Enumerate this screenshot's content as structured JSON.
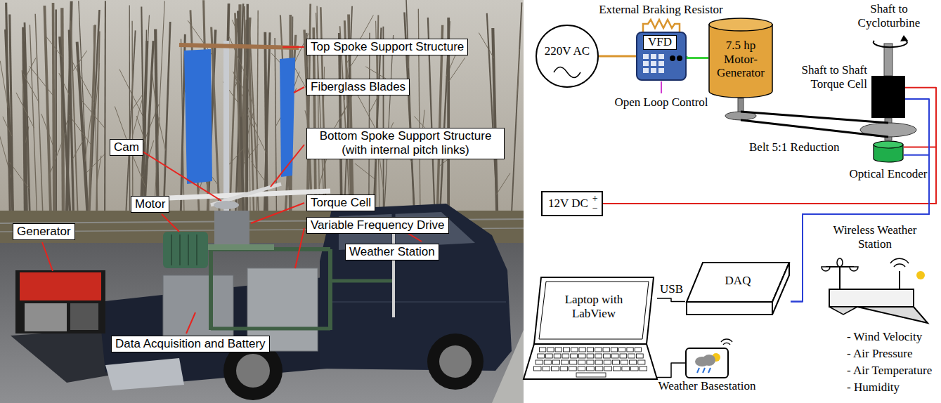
{
  "diagram": {
    "nodes": [
      {
        "text": [
          "Top Spoke Support Structure"
        ]
      },
      {
        "text": [
          "Fiberglass Blades"
        ]
      },
      {
        "text": [
          "Bottom Spoke Support Structure (with internal pitch links)"
        ]
      },
      {
        "text": [
          "Cam"
        ]
      },
      {
        "text": [
          "Torque Cell"
        ]
      },
      {
        "text": [
          "Motor"
        ]
      },
      {
        "text": [
          "Variable Frequency Drive"
        ]
      },
      {
        "text": [
          "Generator"
        ]
      },
      {
        "text": [
          "Weather Station"
        ]
      },
      {
        "text": [
          "Data Acquisition and Battery"
        ]
      },
      {
        "text": [
          "220V AC"
        ]
      },
      {
        "text": [
          "VFD"
        ]
      },
      {
        "text": [
          "7.5 hp Motor-Generator"
        ]
      },
      {
        "text": [
          "Shaft to Shaft Torque Cell"
        ]
      },
      {
        "text": [
          "Optical Encoder"
        ]
      },
      {
        "text": [
          "12V DC",
          "+",
          "−"
        ]
      },
      {
        "text": [
          "Laptop with LabView"
        ]
      },
      {
        "text": [
          "DAQ"
        ]
      },
      {
        "text": [
          "Wireless Weather Station"
        ]
      },
      {
        "text": [
          "Weather Basestation"
        ]
      }
    ],
    "edges": [
      {
        "from": 10,
        "to": 11,
        "arrow": "none"
      },
      {
        "from": 11,
        "to": 12,
        "arrow": "none"
      },
      {
        "from": 15,
        "to": 13,
        "arrow": "none"
      },
      {
        "from": 15,
        "to": 14,
        "arrow": "none"
      },
      {
        "from": 13,
        "to": 17,
        "arrow": "none"
      },
      {
        "from": 14,
        "to": 17,
        "arrow": "none"
      },
      {
        "from": 17,
        "to": 16,
        "label": "USB",
        "arrow": "none"
      },
      {
        "from": 16,
        "to": 19,
        "arrow": "none"
      }
    ],
    "labels": [
      "Shaft to Cycloturbine",
      "External Braking Resistor",
      "Open Loop Control",
      "Belt 5:1 Reduction",
      "- Wind Velocity",
      "- Air Pressure",
      "- Air Temperature",
      "- Humidity"
    ]
  }
}
